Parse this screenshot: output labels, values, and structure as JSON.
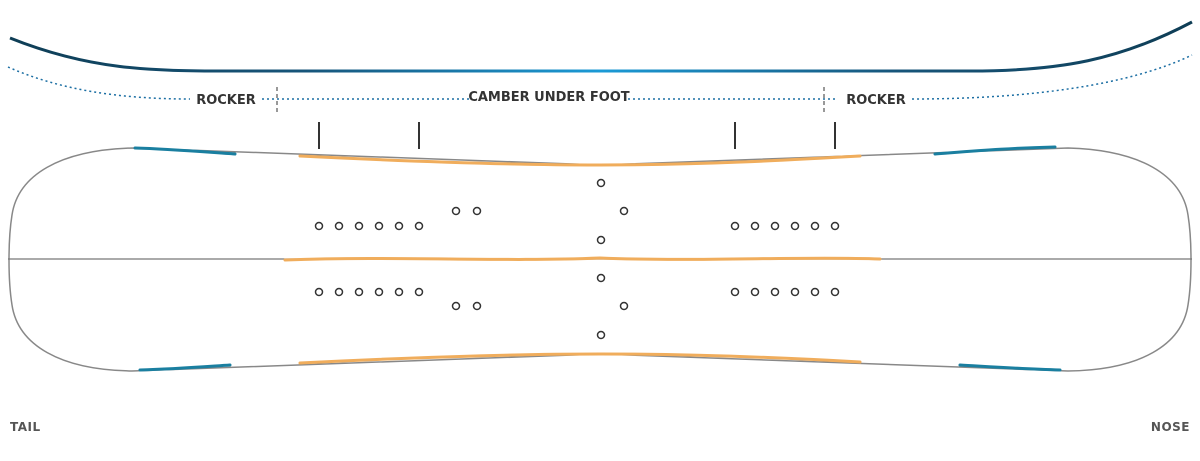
{
  "profile": {
    "zones": [
      {
        "id": "rocker-tail",
        "label": "ROCKER"
      },
      {
        "id": "camber",
        "label": "CAMBER UNDER FOOT"
      },
      {
        "id": "rocker-nose",
        "label": "ROCKER"
      }
    ]
  },
  "board": {
    "tail_label": "TAIL",
    "nose_label": "NOSE"
  },
  "colors": {
    "profile_dark": "#0e3d55",
    "profile_light": "#1b9ad6",
    "dotted": "#1b6ea3",
    "rocker_edge": "#1a7fa0",
    "camber_edge": "#f0ad5c",
    "outline": "#888888",
    "insert": "#333333",
    "text": "#333333"
  }
}
